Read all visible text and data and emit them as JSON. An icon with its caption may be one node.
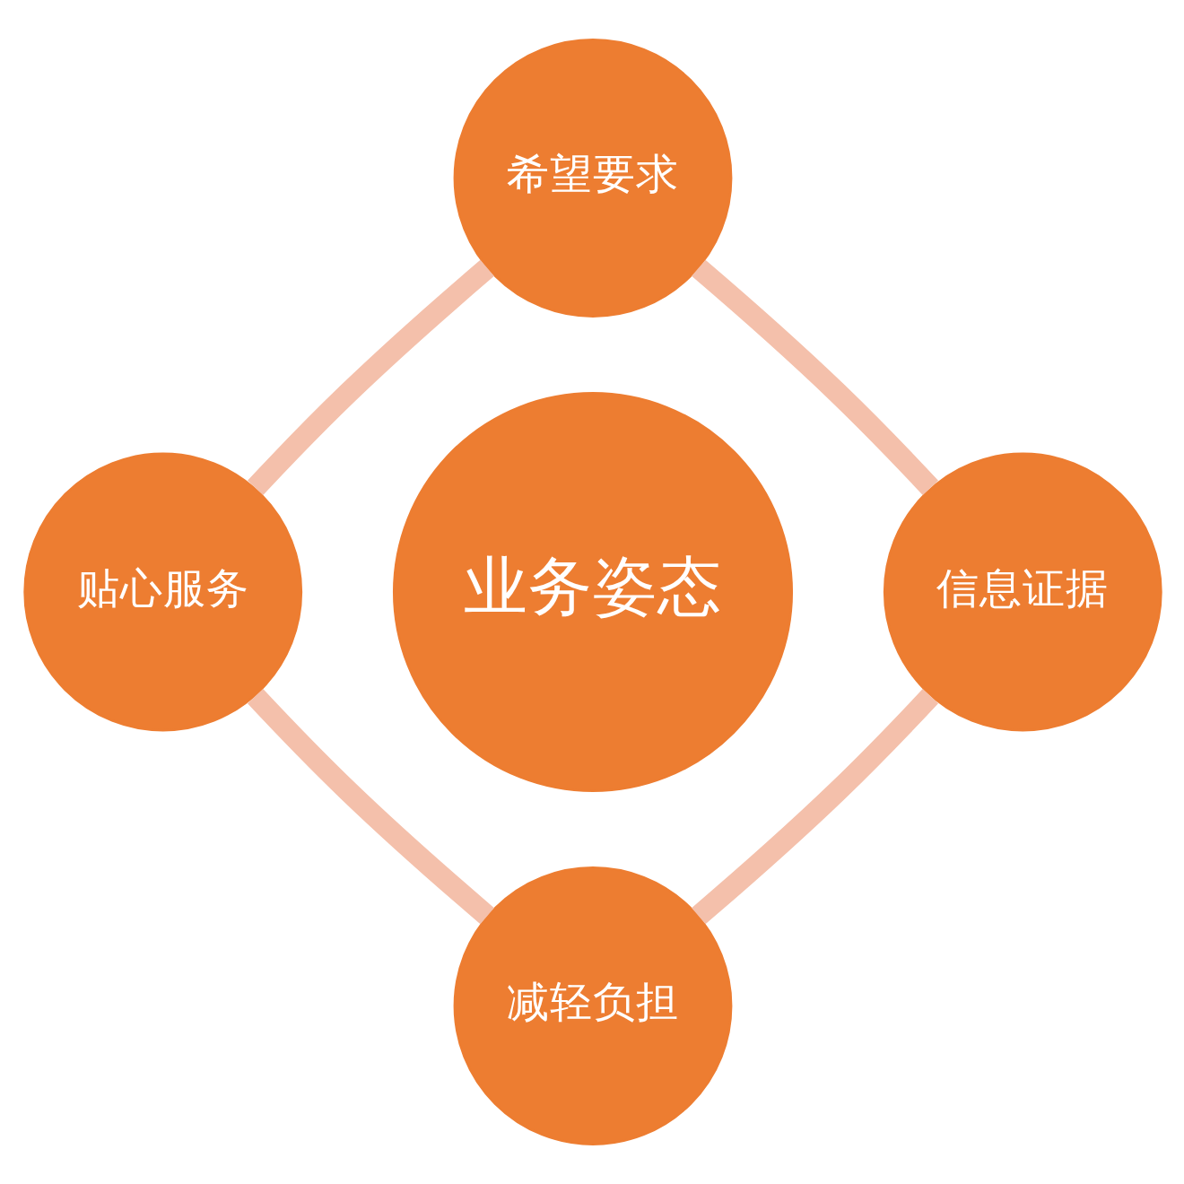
{
  "diagram": {
    "nodes": [
      {
        "text": [
          "业务姿态"
        ]
      },
      {
        "text": [
          "希望要求"
        ]
      },
      {
        "text": [
          "信息证据"
        ]
      },
      {
        "text": [
          "减轻负担"
        ]
      },
      {
        "text": [
          "贴心服务"
        ]
      }
    ],
    "edges": [
      {
        "from": 1,
        "to": 2,
        "arrow": "none",
        "color": "#f4c0ab"
      },
      {
        "from": 1,
        "to": 4,
        "arrow": "none",
        "color": "#f4c0ab"
      },
      {
        "from": 2,
        "to": 3,
        "arrow": "none",
        "color": "#f4c0ab"
      },
      {
        "from": 4,
        "to": 3,
        "arrow": "none",
        "color": "#f4c0ab"
      }
    ]
  }
}
